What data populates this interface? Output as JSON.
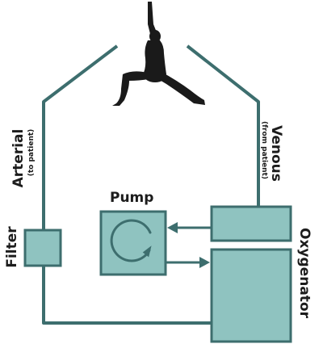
{
  "colors": {
    "line": "#3d6e6e",
    "box_fill": "#8fc3c0",
    "text": "#1c1c1c",
    "figure": "#1a1a1a"
  },
  "labels": {
    "arterial": "Arterial",
    "arterial_sub": "(to patient)",
    "venous": "Venous",
    "venous_sub": "(from patient)",
    "pump": "Pump",
    "filter": "Filter",
    "oxygenator": "Oxygenator"
  },
  "icons": {
    "figure": "yoga-warrior-pose-figure",
    "pump": "circular-arrow-icon"
  }
}
